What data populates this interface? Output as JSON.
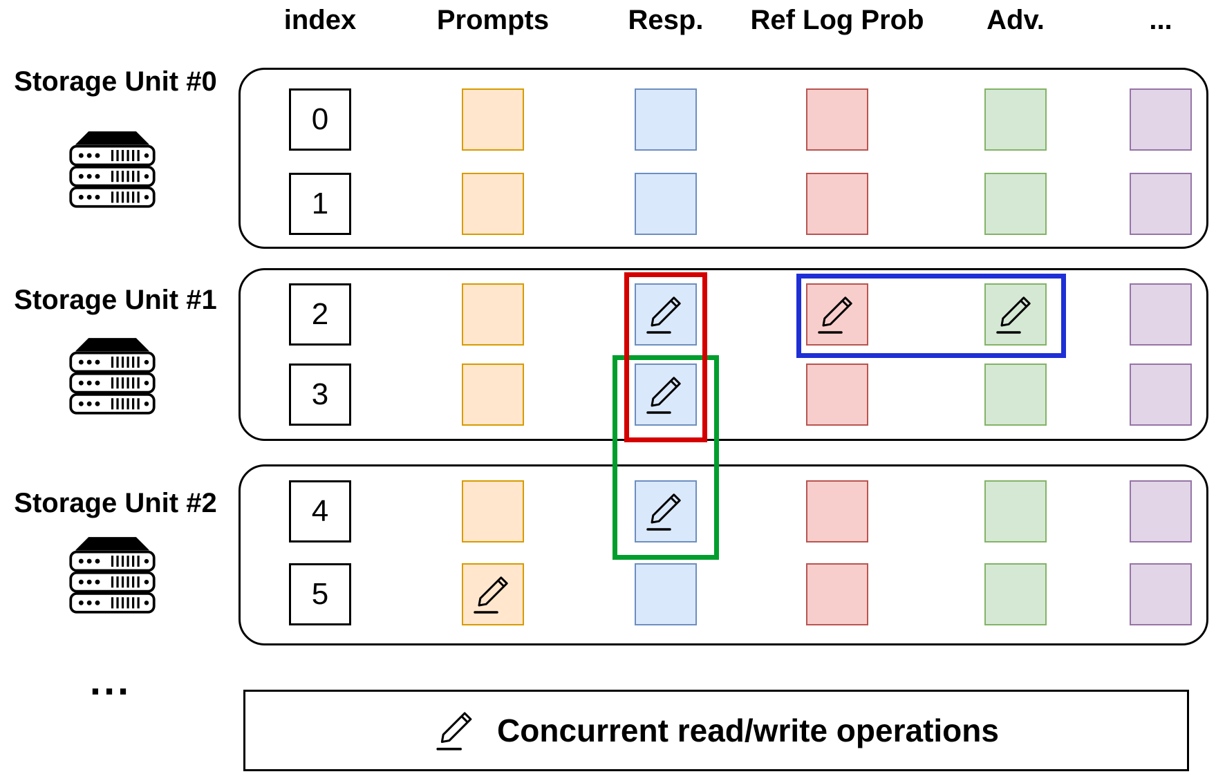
{
  "headers": [
    "index",
    "Prompts",
    "Resp.",
    "Ref Log Prob",
    "Adv.",
    "..."
  ],
  "columns": [
    "index",
    "prompts",
    "resp",
    "ref_log_prob",
    "adv",
    "more"
  ],
  "storage_units": [
    {
      "label": "Storage Unit #0",
      "icon": "server-rack-icon",
      "rows": [
        {
          "index": "0",
          "edited_cells": []
        },
        {
          "index": "1",
          "edited_cells": []
        }
      ]
    },
    {
      "label": "Storage Unit #1",
      "icon": "server-rack-icon",
      "rows": [
        {
          "index": "2",
          "edited_cells": [
            "resp",
            "ref_log_prob",
            "adv"
          ]
        },
        {
          "index": "3",
          "edited_cells": [
            "resp"
          ]
        }
      ]
    },
    {
      "label": "Storage Unit #2",
      "icon": "server-rack-icon",
      "rows": [
        {
          "index": "4",
          "edited_cells": [
            "resp"
          ]
        },
        {
          "index": "5",
          "edited_cells": [
            "prompts"
          ]
        }
      ]
    }
  ],
  "highlights": [
    {
      "name": "red-highlight",
      "color_key": "highlight_red",
      "covers": "resp cells of rows 2 and 3"
    },
    {
      "name": "green-highlight",
      "color_key": "highlight_green",
      "covers": "resp cells of rows 3 and 4"
    },
    {
      "name": "blue-highlight",
      "color_key": "highlight_blue",
      "covers": "ref_log_prob and adv cells of row 2"
    }
  ],
  "ellipsis_bottom": "...",
  "legend": {
    "icon": "pencil-icon",
    "text": "Concurrent read/write operations"
  },
  "colors": {
    "prompts_fill": "#FFE6CC",
    "prompts_border": "#D79B00",
    "resp_fill": "#DAE8FC",
    "resp_border": "#6C8EBF",
    "ref_fill": "#F8CECC",
    "ref_border": "#B85450",
    "adv_fill": "#D5E8D4",
    "adv_border": "#82B366",
    "more_fill": "#E1D5E7",
    "more_border": "#9673A6",
    "highlight_red": "#D40000",
    "highlight_green": "#009E2D",
    "highlight_blue": "#1E2FD6"
  }
}
